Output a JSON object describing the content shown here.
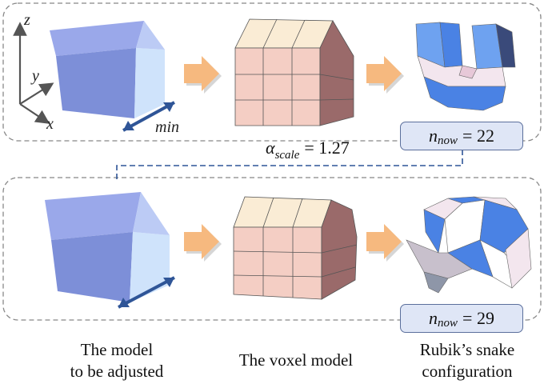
{
  "axes": {
    "z": "z",
    "y": "y",
    "x": "x"
  },
  "min_label": "min",
  "scale": {
    "symbol": "α",
    "subscript": "scale",
    "value": "= 1.27"
  },
  "n_top": {
    "symbol": "n",
    "subscript": "now",
    "value": "= 22"
  },
  "n_bottom": {
    "symbol": "n",
    "subscript": "now",
    "value": "= 29"
  },
  "captions": {
    "model": [
      "The model",
      "to be adjusted"
    ],
    "voxel": [
      "The voxel model"
    ],
    "snake": [
      "Rubik’s snake",
      "configuration"
    ]
  },
  "colors": {
    "house_roof": "#9aa8ea",
    "house_wall": "#7d8fd8",
    "house_gable": "#cfe3fb",
    "voxel_face": "#f4cec4",
    "voxel_top": "#faecd5",
    "voxel_side": "#9a6a6a",
    "snake_blue": "#4a82e4",
    "snake_light": "#f3e6ee",
    "arrow": "#f6b97f",
    "axis_arrow": "#2f5597",
    "frame": "#888888"
  }
}
